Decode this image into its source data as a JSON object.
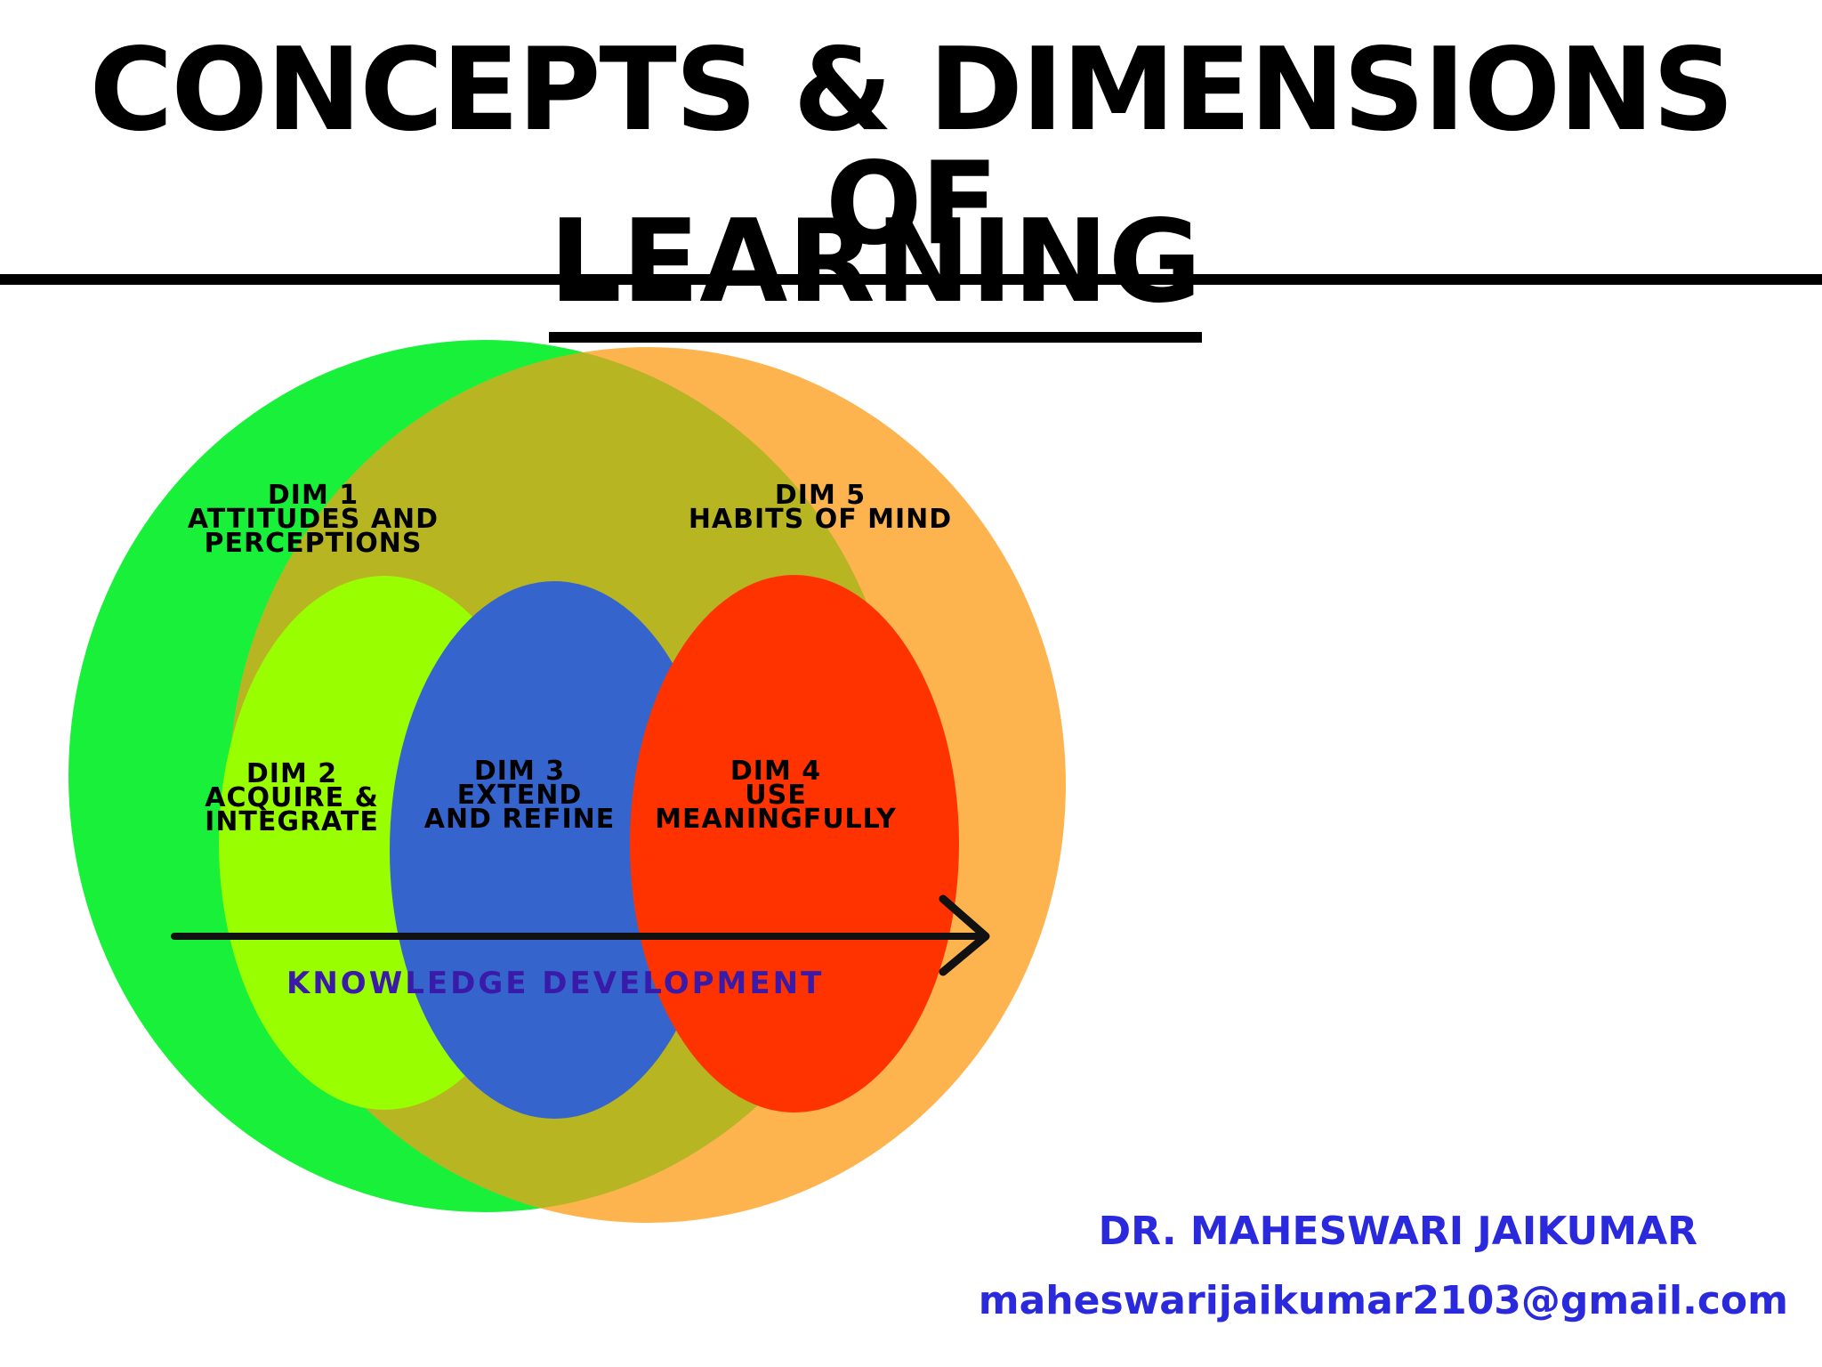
{
  "title": {
    "line1": "CONCEPTS & DIMENSIONS OF",
    "line2": "LEARNING"
  },
  "diagram": {
    "dim1": {
      "line1": "DIM 1",
      "line2": "ATTITUDES AND",
      "line3": "PERCEPTIONS"
    },
    "dim5": {
      "line1": "DIM 5",
      "line2": "HABITS OF MIND"
    },
    "dim2": {
      "line1": "DIM 2",
      "line2": "ACQUIRE &",
      "line3": "INTEGRATE"
    },
    "dim3": {
      "line1": "DIM 3",
      "line2": "EXTEND",
      "line3": "AND REFINE"
    },
    "dim4": {
      "line1": "DIM 4",
      "line2": "USE",
      "line3": "MEANINGFULLY"
    },
    "arrow_label": "KNOWLEDGE DEVELOPMENT",
    "colors": {
      "dim1_circle": "#19f03a",
      "dim5_circle": "#fdb44e",
      "overlap": "#b8b523",
      "dim2_ellipse": "#99ff00",
      "dim3_ellipse": "#3565cc",
      "dim4_ellipse": "#ff3300",
      "arrow": "#111111",
      "arrow_label": "#3a1aa8"
    }
  },
  "author": {
    "name": "DR. MAHESWARI JAIKUMAR",
    "email": "maheswarijaikumar2103@gmail.com"
  }
}
